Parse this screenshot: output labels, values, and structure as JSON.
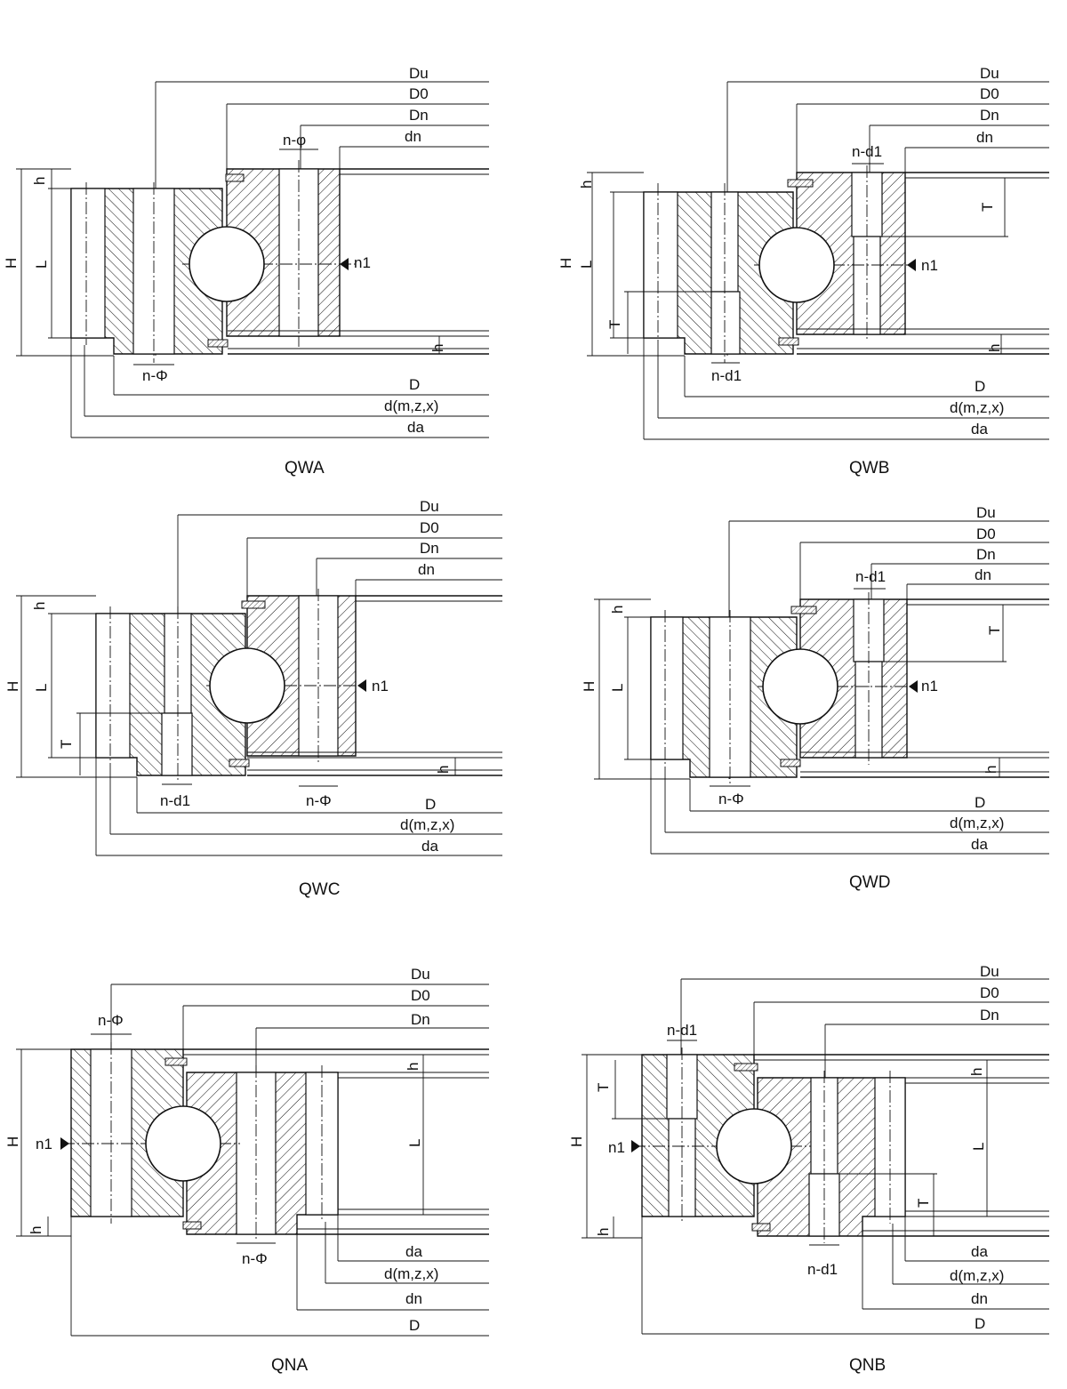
{
  "drawings": [
    {
      "caption": "QWA",
      "labels": {
        "du": "Du",
        "d0": "D0",
        "dn_big": "Dn",
        "dn_small": "dn",
        "hole_top": "n-φ",
        "hole_bottom": "n-Φ",
        "d": "D",
        "dm": "d(m,z,x)",
        "da": "da",
        "H": "H",
        "L": "L",
        "h": "h",
        "h2": "h",
        "n1": "n1"
      }
    },
    {
      "caption": "QWB",
      "labels": {
        "du": "Du",
        "d0": "D0",
        "dn_big": "Dn",
        "dn_small": "dn",
        "hole_top": "n-d1",
        "hole_bottom": "n-d1",
        "d": "D",
        "dm": "d(m,z,x)",
        "da": "da",
        "H": "H",
        "L": "L",
        "h": "h",
        "h2": "h",
        "T_top": "T",
        "T_bottom": "T",
        "n1": "n1"
      }
    },
    {
      "caption": "QWC",
      "labels": {
        "du": "Du",
        "d0": "D0",
        "dn_big": "Dn",
        "dn_small": "dn",
        "hole_bottom_left": "n-d1",
        "hole_bottom": "n-Φ",
        "d": "D",
        "dm": "d(m,z,x)",
        "da": "da",
        "H": "H",
        "L": "L",
        "h": "h",
        "h2": "h",
        "T_bottom": "T",
        "n1": "n1"
      }
    },
    {
      "caption": "QWD",
      "labels": {
        "du": "Du",
        "d0": "D0",
        "dn_big": "Dn",
        "dn_small": "dn",
        "hole_top": "n-d1",
        "hole_bottom": "n-Φ",
        "d": "D",
        "dm": "d(m,z,x)",
        "da": "da",
        "H": "H",
        "L": "L",
        "h": "h",
        "h2": "h",
        "T_top": "T",
        "n1": "n1"
      }
    },
    {
      "caption": "QNA",
      "labels": {
        "du": "Du",
        "d0": "D0",
        "dn_big": "Dn",
        "hole_top": "n-Φ",
        "hole_bottom": "n-Φ",
        "da": "da",
        "dm": "d(m,z,x)",
        "dn_small": "dn",
        "d": "D",
        "H": "H",
        "L": "L",
        "h": "h",
        "h2": "h",
        "n1": "n1"
      }
    },
    {
      "caption": "QNB",
      "labels": {
        "du": "Du",
        "d0": "D0",
        "dn_big": "Dn",
        "hole_top": "n-d1",
        "hole_bottom": "n-d1",
        "da": "da",
        "dm": "d(m,z,x)",
        "dn_small": "dn",
        "d": "D",
        "H": "H",
        "L": "L",
        "h": "h",
        "h2": "h",
        "T_top": "T",
        "T_bottom": "T",
        "n1": "n1"
      }
    }
  ]
}
